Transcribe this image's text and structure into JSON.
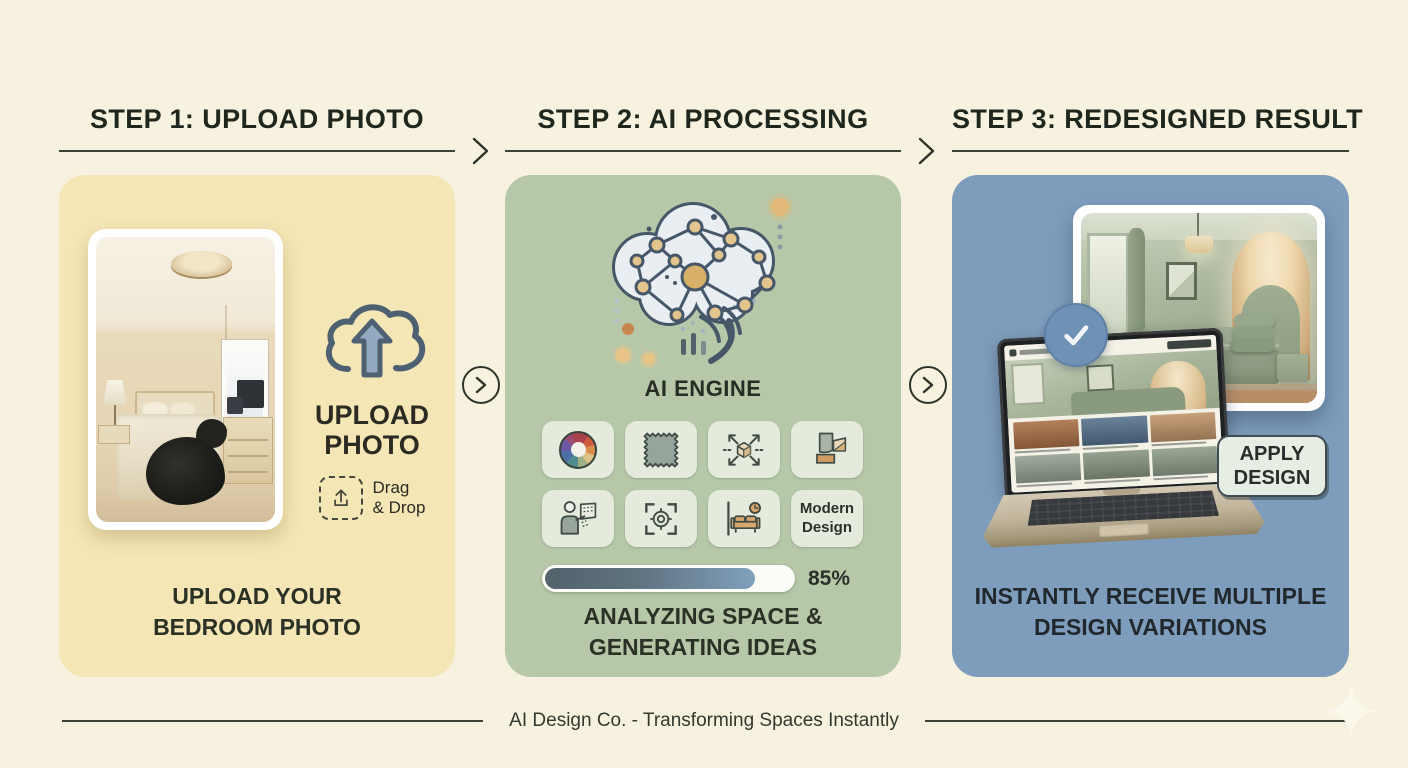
{
  "page": {
    "background_color": "#f7f2e0",
    "footer_text": "AI Design Co. - Transforming Spaces Instantly"
  },
  "steps": {
    "step1": {
      "title": "STEP 1: UPLOAD PHOTO",
      "card_color": "#f5e6b6",
      "upload_label_line1": "UPLOAD",
      "upload_label_line2": "PHOTO",
      "drag_label_line1": "Drag",
      "drag_label_line2": "& Drop",
      "caption_line1": "UPLOAD YOUR",
      "caption_line2": "BEDROOM PHOTO"
    },
    "step2": {
      "title": "STEP 2: AI PROCESSING",
      "card_color": "#b7c8a9",
      "engine_label": "AI ENGINE",
      "modern_tile_line1": "Modern",
      "modern_tile_line2": "Design",
      "progress_percent": 85,
      "progress_label": "85%",
      "caption_line1": "ANALYZING SPACE &",
      "caption_line2": "GENERATING IDEAS"
    },
    "step3": {
      "title": "STEP 3: REDESIGNED RESULT",
      "card_color": "#7e9dbc",
      "apply_button_line1": "APPLY",
      "apply_button_line2": "DESIGN",
      "caption_line1": "INSTANTLY RECEIVE MULTIPLE",
      "caption_line2": "DESIGN VARIATIONS",
      "laptop": {
        "thumbs": [
          "#a96f45",
          "#54718d",
          "#bf9468",
          "#93a08f",
          "#879582",
          "#8e9c88"
        ]
      }
    }
  },
  "icons": {
    "flow_arrow": "chevron-right-circle",
    "step1": [
      "cloud-upload-icon",
      "share-upload-icon"
    ],
    "step2_tiles": [
      "color-wheel-icon",
      "fabric-swatch-icon",
      "cube-expand-icon",
      "material-samples-icon",
      "person-presentation-icon",
      "scan-target-icon",
      "sofa-clock-icon"
    ],
    "step3": [
      "checkmark-badge-icon",
      "sparkle-icon"
    ]
  },
  "colors": {
    "progress_fill_start": "#53626b",
    "progress_fill_end": "#80a0bc",
    "accent_badge_blue": "#6f91b5",
    "tile_background": "#e4ebdd",
    "text_dark": "#23281f"
  }
}
